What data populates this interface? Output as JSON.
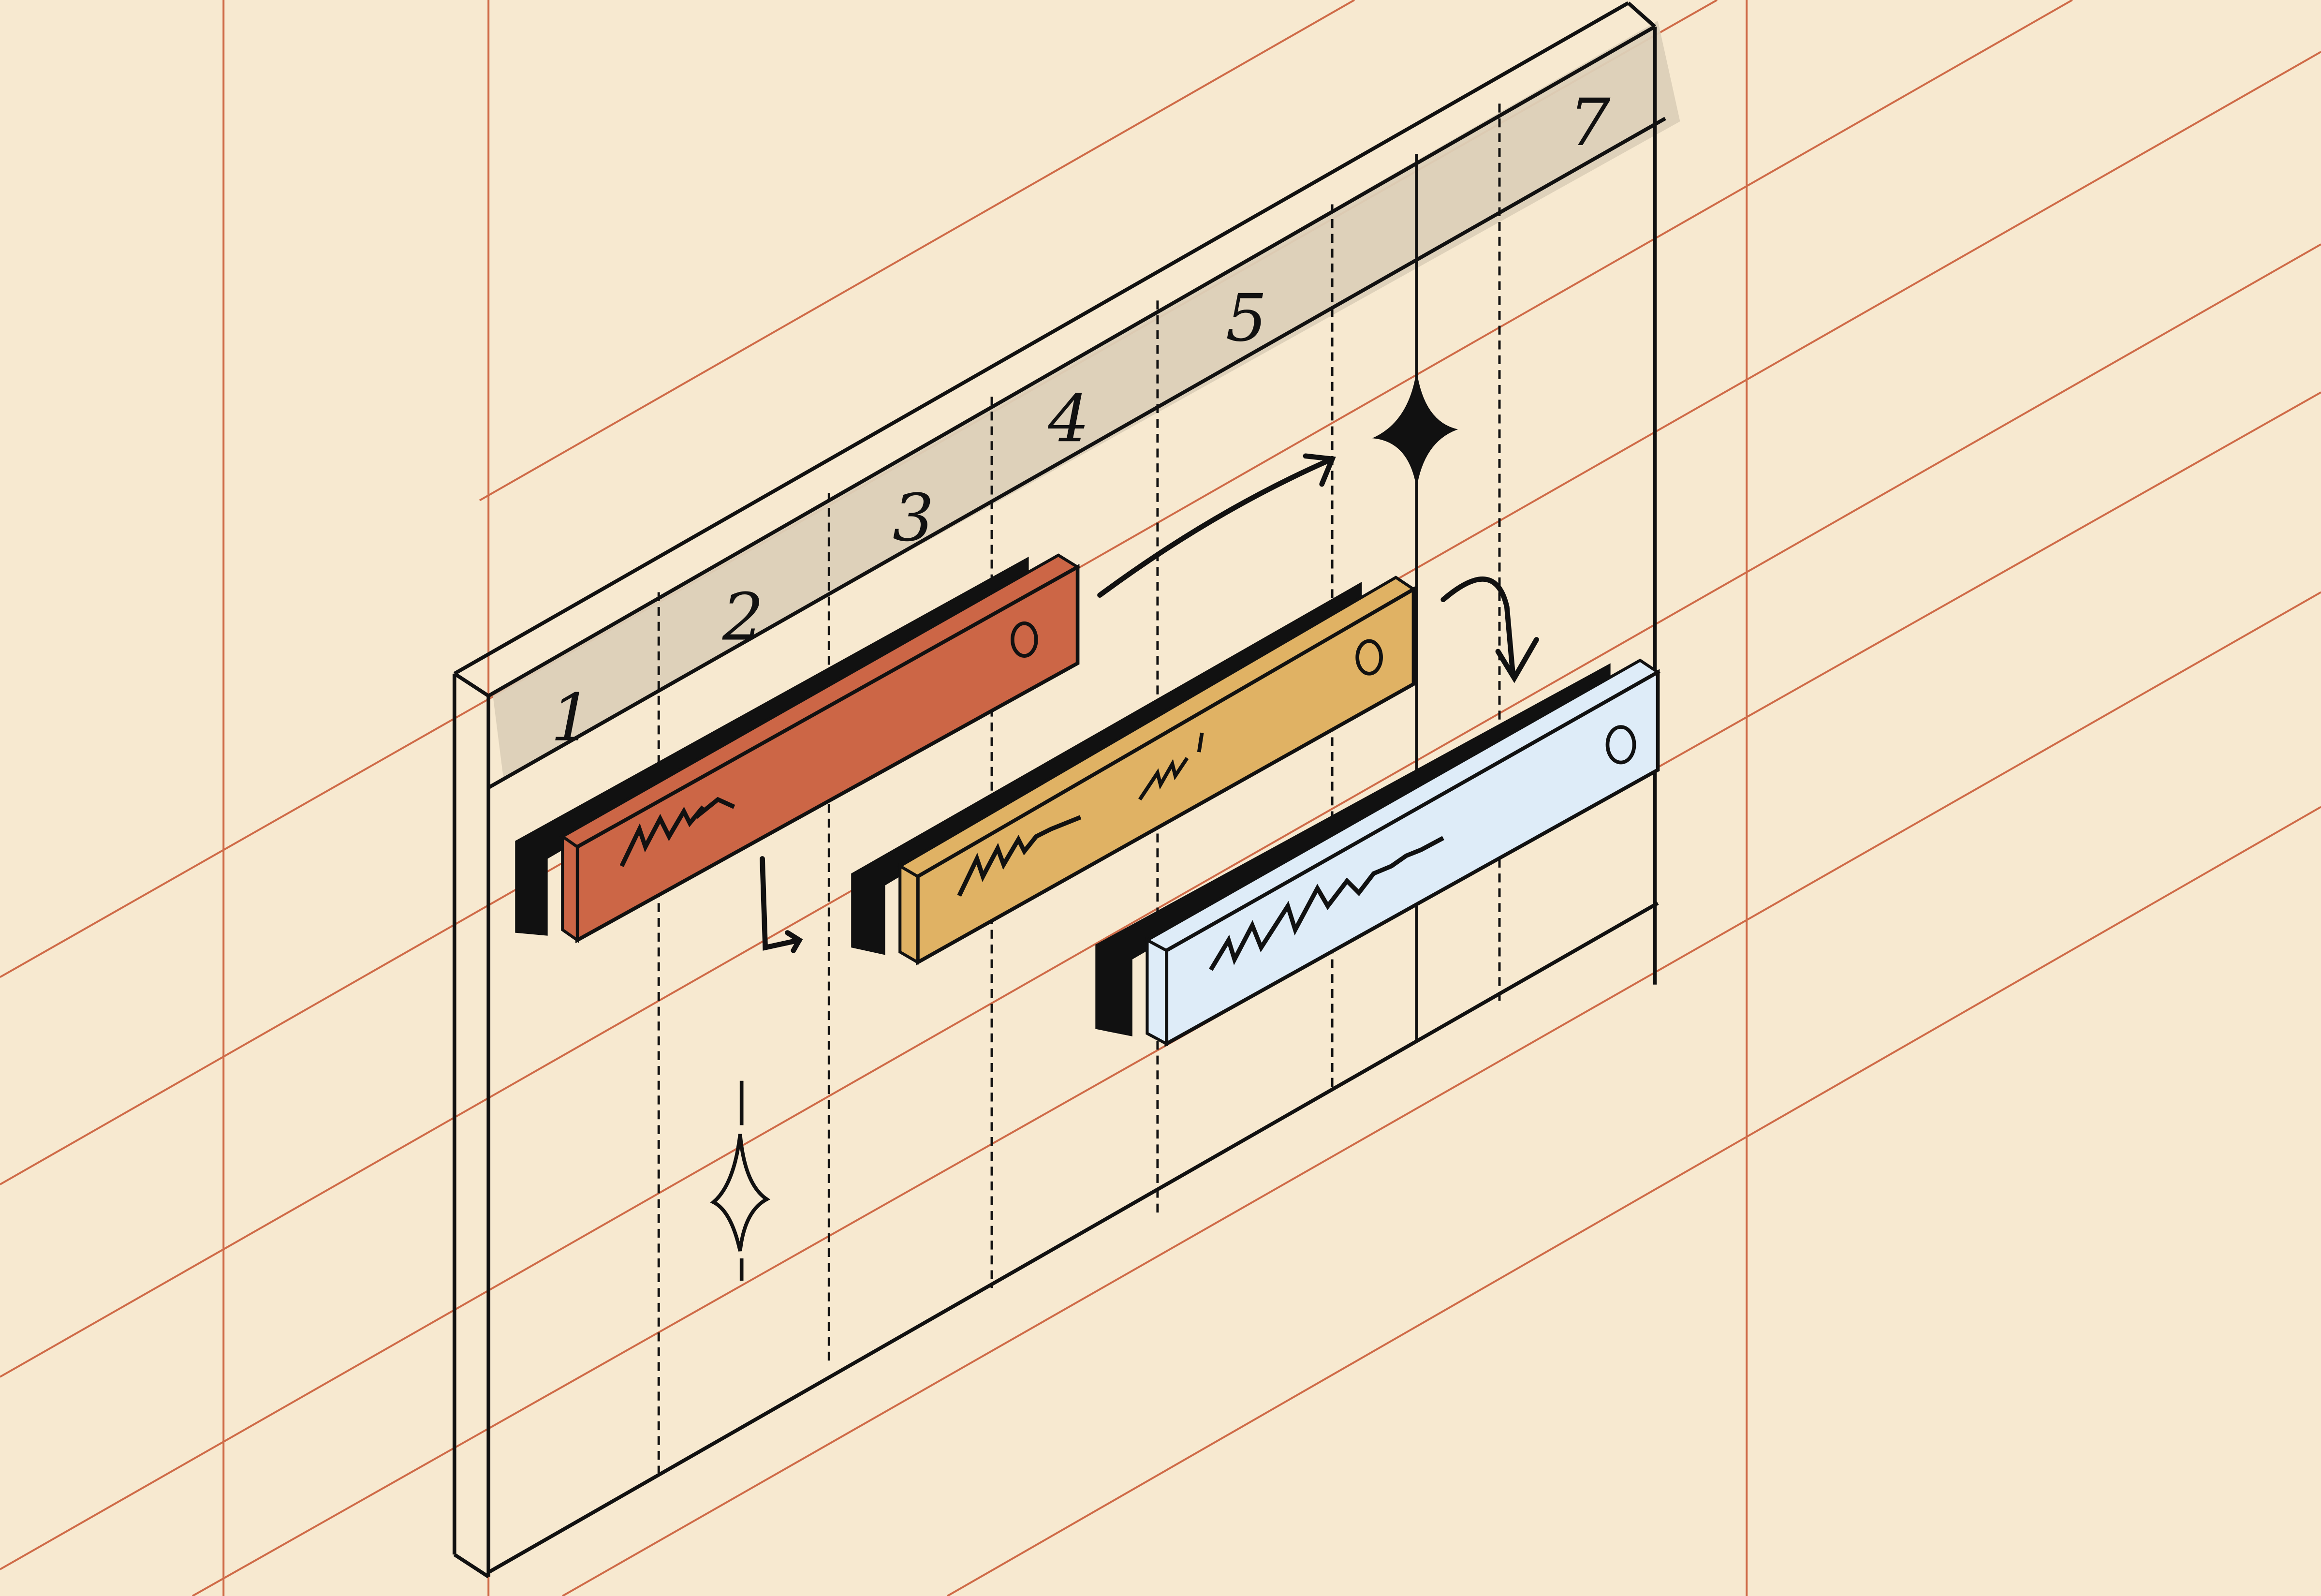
{
  "illustration": {
    "subject": "isometric timeline board",
    "background_color": "#f7e9d0",
    "guide_line_color": "#cf6b48",
    "header_band_color": "#dcd0b8",
    "ink_color": "#111111"
  },
  "header": {
    "columns": [
      {
        "label": "1"
      },
      {
        "label": "2"
      },
      {
        "label": "3"
      },
      {
        "label": "4"
      },
      {
        "label": "5"
      },
      {
        "label": ""
      },
      {
        "label": ""
      },
      {
        "label": "7"
      }
    ]
  },
  "tasks": [
    {
      "name": "task-bar-red",
      "color": "#cc6646",
      "icon": "person-badge-icon"
    },
    {
      "name": "task-bar-yellow",
      "color": "#e0b264",
      "icon": "person-badge-icon"
    },
    {
      "name": "task-bar-blue",
      "color": "#deecf8",
      "icon": "person-badge-icon"
    }
  ],
  "decorations": {
    "sparkle_filled": "sparkle-icon",
    "sparkle_outline": "sparkle-outline-icon"
  }
}
